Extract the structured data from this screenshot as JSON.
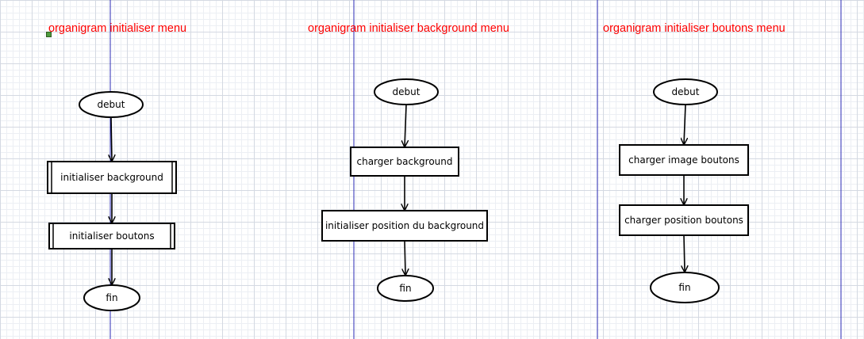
{
  "colors": {
    "title": "#ff0000",
    "lane_line": "#2b2bb5",
    "node_stroke": "#000000",
    "node_fill": "#ffffff",
    "selection_handle": "#4c9a3c"
  },
  "diagrams": [
    {
      "title": "organigram initialiser menu",
      "nodes": [
        {
          "id": "debut",
          "shape": "ellipse",
          "label": "debut"
        },
        {
          "id": "init-bg",
          "shape": "subprocess",
          "label": "initialiser background"
        },
        {
          "id": "init-btn",
          "shape": "subprocess",
          "label": "initialiser boutons"
        },
        {
          "id": "fin",
          "shape": "ellipse",
          "label": "fin"
        }
      ],
      "edges": [
        [
          "debut",
          "init-bg"
        ],
        [
          "init-bg",
          "init-btn"
        ],
        [
          "init-btn",
          "fin"
        ]
      ]
    },
    {
      "title": "organigram initialiser background menu",
      "nodes": [
        {
          "id": "debut",
          "shape": "ellipse",
          "label": "debut"
        },
        {
          "id": "charger-bg",
          "shape": "process",
          "label": "charger background"
        },
        {
          "id": "init-pos-bg",
          "shape": "process",
          "label": "initialiser position du background"
        },
        {
          "id": "fin",
          "shape": "ellipse",
          "label": "fin"
        }
      ],
      "edges": [
        [
          "debut",
          "charger-bg"
        ],
        [
          "charger-bg",
          "init-pos-bg"
        ],
        [
          "init-pos-bg",
          "fin"
        ]
      ]
    },
    {
      "title": "organigram initialiser boutons menu",
      "nodes": [
        {
          "id": "debut",
          "shape": "ellipse",
          "label": "debut"
        },
        {
          "id": "charger-img",
          "shape": "process",
          "label": "charger image boutons"
        },
        {
          "id": "charger-pos",
          "shape": "process",
          "label": "charger position boutons"
        },
        {
          "id": "fin",
          "shape": "ellipse",
          "label": "fin"
        }
      ],
      "edges": [
        [
          "debut",
          "charger-img"
        ],
        [
          "charger-img",
          "charger-pos"
        ],
        [
          "charger-pos",
          "fin"
        ]
      ]
    }
  ]
}
